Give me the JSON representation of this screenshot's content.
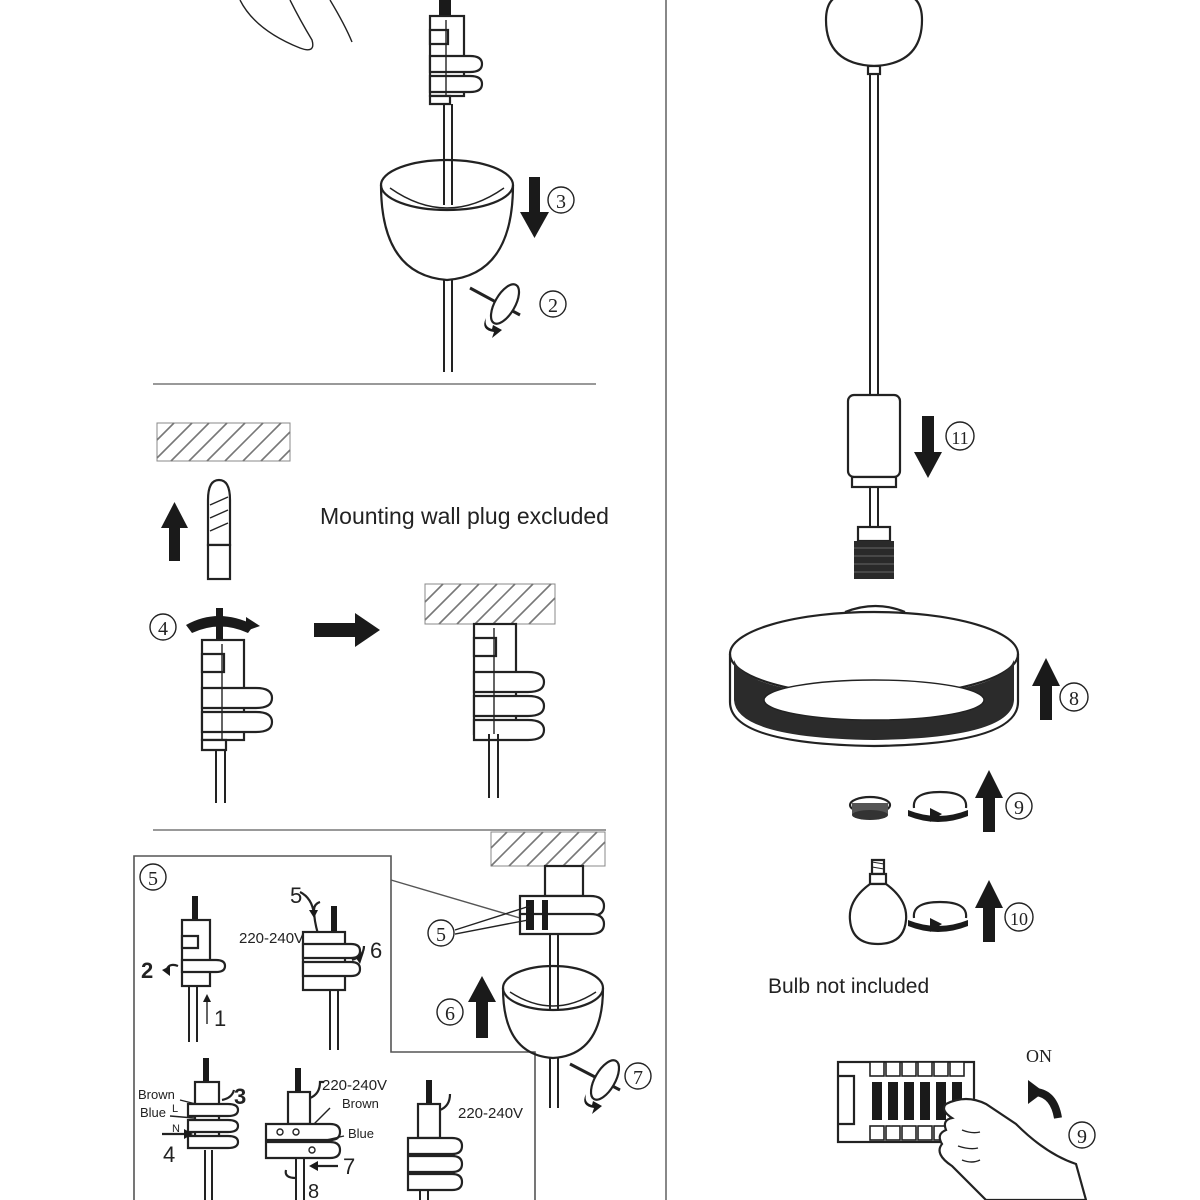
{
  "notes": {
    "wall_plug": "Mounting wall plug excluded",
    "bulb": "Bulb not included"
  },
  "steps": {
    "s2": "2",
    "s3": "3",
    "s4": "4",
    "s5": "5",
    "s5b": "5",
    "s6": "6",
    "s7": "7",
    "s8": "8",
    "s9": "9",
    "s9b": "9",
    "s10": "10",
    "s11": "11"
  },
  "detail": {
    "n1": "1",
    "n2": "2",
    "n3": "3",
    "n4": "4",
    "n5": "5",
    "n6": "6",
    "n7": "7",
    "n8": "8",
    "voltage_a": "220-240V",
    "voltage_b": "220-240V",
    "voltage_c": "220-240V",
    "brown_a": "Brown",
    "blue_a": "Blue",
    "brown_b": "Brown",
    "blue_b": "Blue",
    "n_a": "N",
    "l_a": "L"
  },
  "switch": {
    "on_label": "ON"
  },
  "icons": [
    "arrow-up-icon",
    "arrow-down-icon",
    "arrow-right-icon",
    "rotate-icon",
    "hatched-ceiling-icon"
  ]
}
